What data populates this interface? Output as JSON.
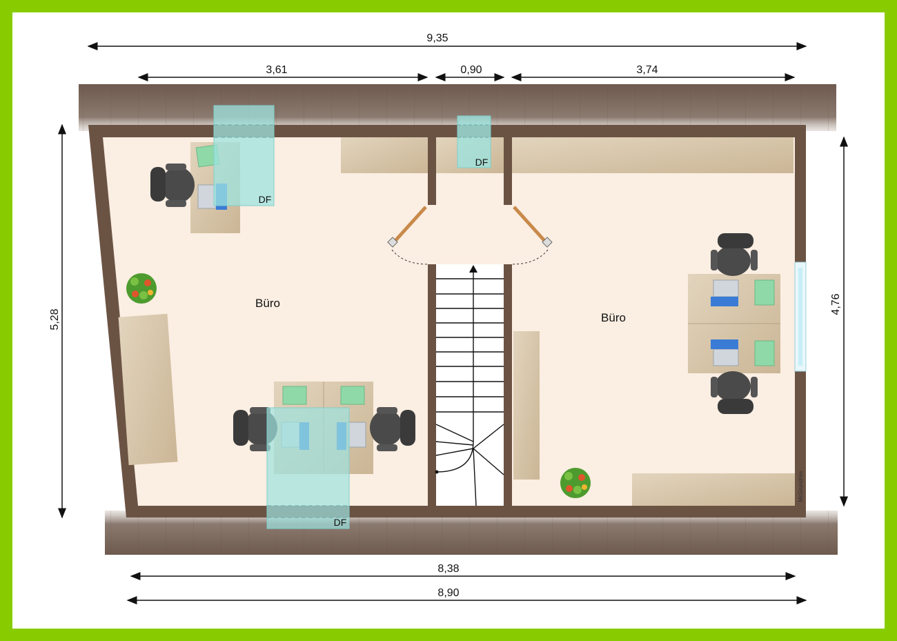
{
  "dimensions": {
    "top_total": "9,35",
    "top_left": "3,61",
    "top_middle": "0,90",
    "top_right": "3,74",
    "left_height": "5,28",
    "right_height": "4,76",
    "bottom_inner": "8,38",
    "bottom_outer": "8,90"
  },
  "rooms": {
    "left": "Büro",
    "right": "Büro"
  },
  "skylights": {
    "left": "DF",
    "middle": "DF",
    "bottom": "DF"
  },
  "watermark": "McGrundriss",
  "colors": {
    "frame": "#88cc00",
    "wall": "#6b5344",
    "floor": "#fbeee2",
    "roof": "#7d6a5e",
    "wood": "#d9c8ad",
    "glass": "#9ee3df",
    "chair": "#4a4a4a",
    "door": "#c8894a"
  }
}
